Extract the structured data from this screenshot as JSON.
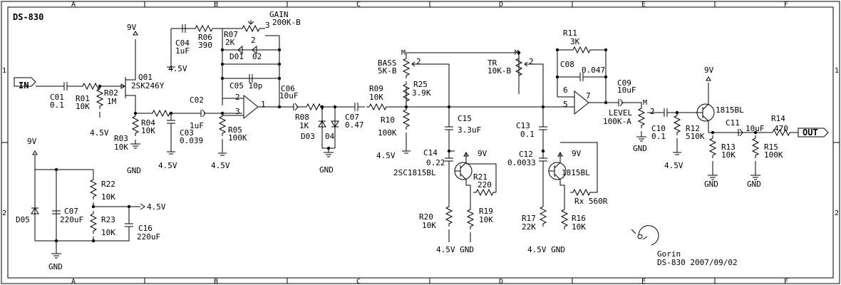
{
  "title": "DS-830",
  "frame": {
    "cols_top": [
      "A",
      "B",
      "C",
      "D",
      "E",
      "F"
    ],
    "cols_bottom": [
      "A",
      "B",
      "C",
      "D",
      "E",
      "F"
    ],
    "rows_left": [
      "1",
      "2"
    ],
    "rows_right": [
      "1",
      "2"
    ]
  },
  "ports": {
    "in": "IN",
    "out": "OUT"
  },
  "footer": {
    "author": "Gorin",
    "doc": "DS-830 2007/09/02"
  },
  "labels": [
    {
      "id": "9v-q01",
      "text": "9V"
    },
    {
      "id": "q01-name",
      "text": "Q01"
    },
    {
      "id": "q01-part",
      "text": "2SK246Y"
    },
    {
      "id": "c01-name",
      "text": "C01"
    },
    {
      "id": "c01-val",
      "text": "0.1"
    },
    {
      "id": "r01-name",
      "text": "R01"
    },
    {
      "id": "r01-val",
      "text": "10K"
    },
    {
      "id": "r02-name",
      "text": "R02"
    },
    {
      "id": "r02-val",
      "text": "1M"
    },
    {
      "id": "bias-45a",
      "text": "4.5V"
    },
    {
      "id": "r03-name",
      "text": "R03"
    },
    {
      "id": "r03-val",
      "text": "10K"
    },
    {
      "id": "gnd-q01",
      "text": "GND"
    },
    {
      "id": "r04-name",
      "text": "R04"
    },
    {
      "id": "r04-val",
      "text": "10K"
    },
    {
      "id": "c03-name",
      "text": "C03"
    },
    {
      "id": "c03-val",
      "text": "0.039"
    },
    {
      "id": "bias-45b",
      "text": "4.5V"
    },
    {
      "id": "c02-name",
      "text": "C02"
    },
    {
      "id": "c02-val",
      "text": "1uF"
    },
    {
      "id": "r05-name",
      "text": "R05"
    },
    {
      "id": "r05-val",
      "text": "100K"
    },
    {
      "id": "bias-45c",
      "text": "4.5V"
    },
    {
      "id": "c04-name",
      "text": "C04"
    },
    {
      "id": "c04-val",
      "text": "1uF"
    },
    {
      "id": "bias-45d",
      "text": "4.5V"
    },
    {
      "id": "r06-name",
      "text": "R06"
    },
    {
      "id": "r06-val",
      "text": "390"
    },
    {
      "id": "r07-name",
      "text": "R07"
    },
    {
      "id": "r07-val",
      "text": "2K"
    },
    {
      "id": "gain-name",
      "text": "GAIN"
    },
    {
      "id": "gain-val",
      "text": "200K-B"
    },
    {
      "id": "gain-pin3",
      "text": "3"
    },
    {
      "id": "gain-pin2",
      "text": "2"
    },
    {
      "id": "d01-name",
      "text": "D01"
    },
    {
      "id": "d02-name",
      "text": "02"
    },
    {
      "id": "c05-label",
      "text": "C05 10p"
    },
    {
      "id": "u1-pin2",
      "text": "2"
    },
    {
      "id": "u1-pin3",
      "text": "3"
    },
    {
      "id": "u1-pin1",
      "text": "1"
    },
    {
      "id": "c06-name",
      "text": "C06"
    },
    {
      "id": "c06-val",
      "text": "10uF"
    },
    {
      "id": "r08-name",
      "text": "R08"
    },
    {
      "id": "r08-val",
      "text": "1K"
    },
    {
      "id": "d03-name",
      "text": "D03"
    },
    {
      "id": "d04-name",
      "text": "04"
    },
    {
      "id": "gnd-d03",
      "text": "GND"
    },
    {
      "id": "c07-name",
      "text": "C07"
    },
    {
      "id": "c07-val",
      "text": "0.47"
    },
    {
      "id": "r09-name",
      "text": "R09"
    },
    {
      "id": "r09-val",
      "text": "10K"
    },
    {
      "id": "r10-name",
      "text": "R10"
    },
    {
      "id": "r10-val",
      "text": "100K"
    },
    {
      "id": "bias-45e",
      "text": "4.5V"
    },
    {
      "id": "bass-name",
      "text": "BASS"
    },
    {
      "id": "bass-val",
      "text": "5K-B"
    },
    {
      "id": "bass-pin2",
      "text": "2"
    },
    {
      "id": "bass-m",
      "text": "M"
    },
    {
      "id": "r25-name",
      "text": "R25"
    },
    {
      "id": "r25-val",
      "text": "3.9K"
    },
    {
      "id": "c15-name",
      "text": "C15"
    },
    {
      "id": "c15-val",
      "text": "3.3uF"
    },
    {
      "id": "c14-name",
      "text": "C14"
    },
    {
      "id": "c14-val",
      "text": "0.22"
    },
    {
      "id": "q02-part",
      "text": "2SC1815BL"
    },
    {
      "id": "9v-q02",
      "text": "9V"
    },
    {
      "id": "r21-name",
      "text": "R21"
    },
    {
      "id": "r21-val",
      "text": "220"
    },
    {
      "id": "r20-name",
      "text": "R20"
    },
    {
      "id": "r20-val",
      "text": "10K"
    },
    {
      "id": "r19-name",
      "text": "R19"
    },
    {
      "id": "r19-val",
      "text": "10K"
    },
    {
      "id": "bias-gnd-a",
      "text": "4.5V GND"
    },
    {
      "id": "tr-name",
      "text": "TR"
    },
    {
      "id": "tr-val",
      "text": "10K-B"
    },
    {
      "id": "tr-m",
      "text": "M"
    },
    {
      "id": "tr-pin2",
      "text": "2"
    },
    {
      "id": "c13-name",
      "text": "C13"
    },
    {
      "id": "c13-val",
      "text": "0.1"
    },
    {
      "id": "c12-name",
      "text": "C12"
    },
    {
      "id": "c12-val",
      "text": "0.0033"
    },
    {
      "id": "q03-part",
      "text": "1815BL"
    },
    {
      "id": "9v-q03",
      "text": "9V"
    },
    {
      "id": "rx-label",
      "text": "Rx 560R"
    },
    {
      "id": "r17-name",
      "text": "R17"
    },
    {
      "id": "r17-val",
      "text": "22K"
    },
    {
      "id": "r16-name",
      "text": "R16"
    },
    {
      "id": "r16-val",
      "text": "10K"
    },
    {
      "id": "bias-gnd-b",
      "text": "4.5V GND"
    },
    {
      "id": "r11-name",
      "text": "R11"
    },
    {
      "id": "r11-val",
      "text": "3K"
    },
    {
      "id": "c08-name",
      "text": "C08"
    },
    {
      "id": "c08-val",
      "text": "0.047"
    },
    {
      "id": "u2-pin6",
      "text": "6"
    },
    {
      "id": "u2-pin5",
      "text": "5"
    },
    {
      "id": "u2-pin7",
      "text": "7"
    },
    {
      "id": "c09-name",
      "text": "C09"
    },
    {
      "id": "c09-val",
      "text": "10uF"
    },
    {
      "id": "level-m",
      "text": "M"
    },
    {
      "id": "level-name",
      "text": "LEVEL"
    },
    {
      "id": "level-val",
      "text": "100K-A"
    },
    {
      "id": "level-pin2",
      "text": "2"
    },
    {
      "id": "gnd-level",
      "text": "GND"
    },
    {
      "id": "c10-name",
      "text": "C10"
    },
    {
      "id": "c10-val",
      "text": "0.1"
    },
    {
      "id": "r12-name",
      "text": "R12"
    },
    {
      "id": "r12-val",
      "text": "510K"
    },
    {
      "id": "bias-45f",
      "text": "4.5V"
    },
    {
      "id": "9v-q04",
      "text": "9V"
    },
    {
      "id": "q04-part",
      "text": "1815BL"
    },
    {
      "id": "c11-name",
      "text": "C11"
    },
    {
      "id": "c11-val",
      "text": "10uF"
    },
    {
      "id": "r14-name",
      "text": "R14"
    },
    {
      "id": "r14-val",
      "text": "470"
    },
    {
      "id": "r13-name",
      "text": "R13"
    },
    {
      "id": "r13-val",
      "text": "10K"
    },
    {
      "id": "r15-name",
      "text": "R15"
    },
    {
      "id": "r15-val",
      "text": "100K"
    },
    {
      "id": "gnd-r13",
      "text": "GND"
    },
    {
      "id": "gnd-r15",
      "text": "GND"
    },
    {
      "id": "9v-supply",
      "text": "9V"
    },
    {
      "id": "r22-name",
      "text": "R22"
    },
    {
      "id": "r22-val",
      "text": "10K"
    },
    {
      "id": "r23-name",
      "text": "R23"
    },
    {
      "id": "r23-val",
      "text": "10K"
    },
    {
      "id": "d05-name",
      "text": "D05"
    },
    {
      "id": "c07b-name",
      "text": "C07"
    },
    {
      "id": "c07b-val",
      "text": "220uF"
    },
    {
      "id": "supply-45",
      "text": "4.5V"
    },
    {
      "id": "c16-name",
      "text": "C16"
    },
    {
      "id": "c16-val",
      "text": "220uF"
    },
    {
      "id": "gnd-supply",
      "text": "GND"
    }
  ]
}
